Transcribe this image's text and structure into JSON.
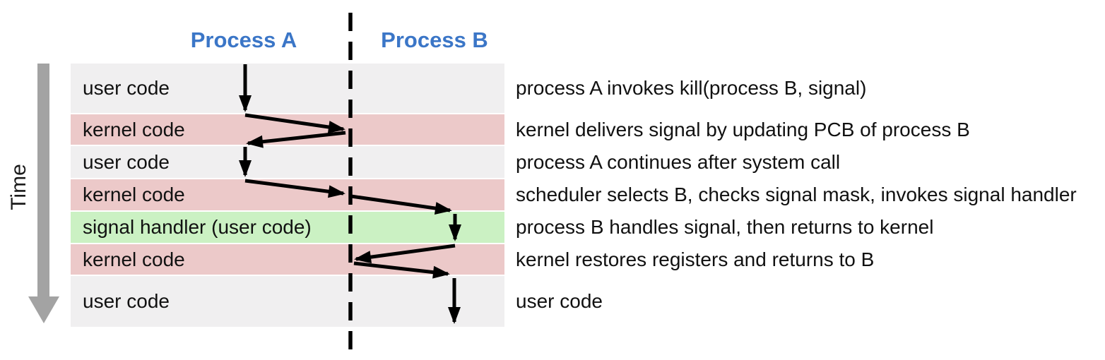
{
  "columns": {
    "a": "Process A",
    "b": "Process B"
  },
  "time_label": "Time",
  "rows": [
    {
      "label": "user code",
      "color": "#f0eff0",
      "annotation": "process A invokes kill(process B, signal)"
    },
    {
      "label": "kernel code",
      "color": "#ecc9c9",
      "annotation": "kernel delivers signal by updating PCB of process B"
    },
    {
      "label": "user code",
      "color": "#f0eff0",
      "annotation": "process A continues after system call"
    },
    {
      "label": "kernel code",
      "color": "#ecc9c9",
      "annotation": "scheduler selects B, checks signal mask, invokes signal handler"
    },
    {
      "label": "signal handler (user code)",
      "color": "#cbf1c3",
      "annotation": "process B handles signal, then returns to kernel"
    },
    {
      "label": "kernel code",
      "color": "#ecc9c9",
      "annotation": "kernel restores registers and returns to B"
    },
    {
      "label": "user code",
      "color": "#f0eff0",
      "annotation": "user code"
    }
  ],
  "colors": {
    "band_user": "#f0eff0",
    "band_kernel": "#ecc9c9",
    "band_signal": "#cbf1c3",
    "header_blue": "#3b76c7",
    "time_arrow_gray": "#a3a3a3",
    "line_black": "#000000"
  }
}
